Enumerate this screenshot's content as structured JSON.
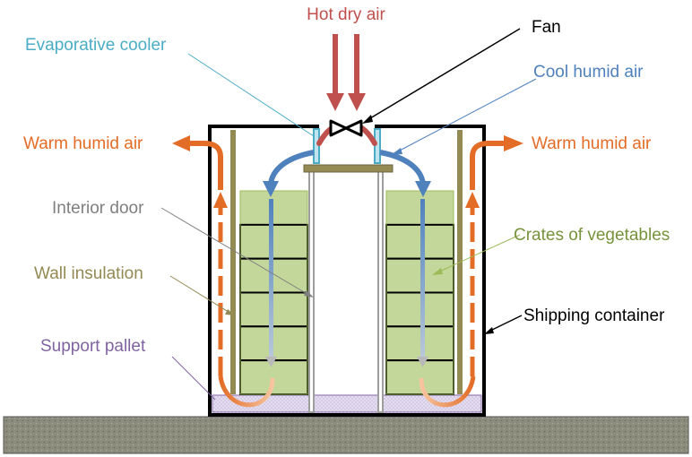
{
  "labels": {
    "hot_dry_air": "Hot dry air",
    "fan": "Fan",
    "evaporative_cooler": "Evaporative cooler",
    "cool_humid_air": "Cool humid air",
    "warm_humid_air_left": "Warm humid air",
    "warm_humid_air_right": "Warm humid air",
    "interior_door": "Interior door",
    "crates_of_vegetables": "Crates of vegetables",
    "wall_insulation": "Wall insulation",
    "shipping_container": "Shipping container",
    "support_pallet": "Support pallet"
  },
  "colors": {
    "hot_air": "#c0504d",
    "cool_air": "#4f81bd",
    "warm_air": "#e36c26",
    "evaporative_cooler": "#4bacc6",
    "insulation": "#948a54",
    "crates": "#9bbb59",
    "crate_fill": "#c4d79b",
    "pallet": "#8064a2",
    "pallet_fill": "#ddd0ec",
    "door": "#9e9e9e",
    "container": "#000000",
    "ground": "#8c8c7c"
  },
  "crates": {
    "rows_per_stack": 6,
    "stacks": 2
  }
}
